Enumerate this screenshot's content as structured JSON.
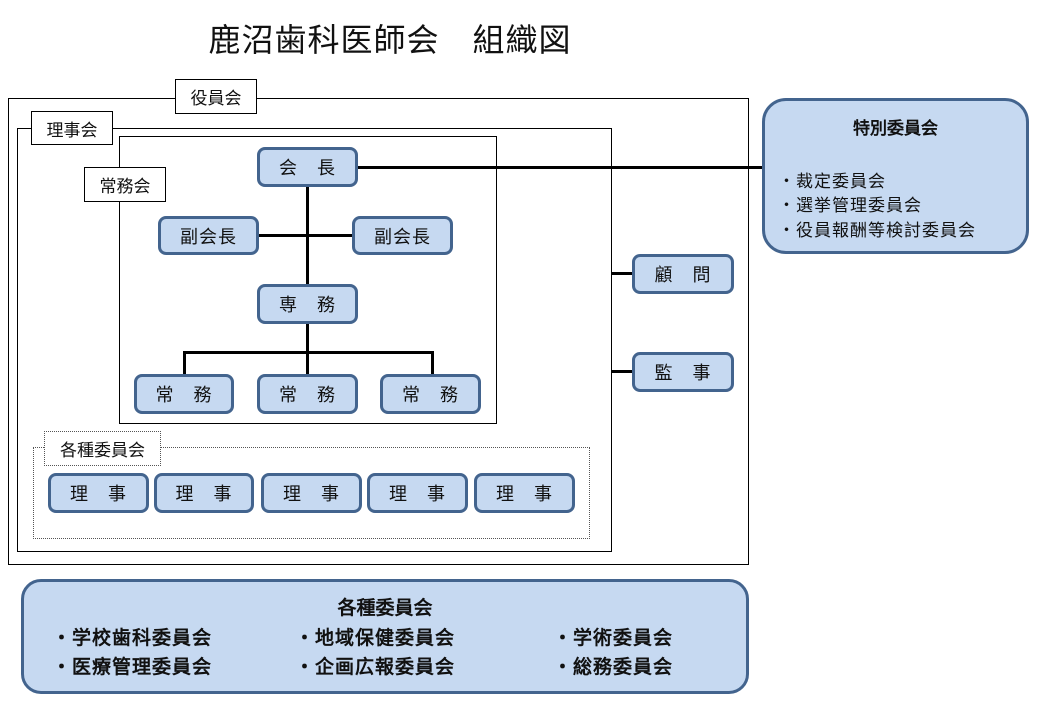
{
  "title": "鹿沼歯科医師会　組織図",
  "groups": {
    "board_of_officers": "役員会",
    "board_of_directors": "理事会",
    "executive_board": "常務会",
    "committees_group": "各種委員会"
  },
  "nodes": {
    "president": "会　長",
    "vice_presidents": [
      "副会長",
      "副会長"
    ],
    "senior_director": "専　務",
    "executive_directors": [
      "常　務",
      "常　務",
      "常　務"
    ],
    "advisor": "顧　問",
    "auditor": "監　事",
    "directors": [
      "理　事",
      "理　事",
      "理　事",
      "理　事",
      "理　事"
    ]
  },
  "special_committees": {
    "title": "特別委員会",
    "items": [
      "・裁定委員会",
      "・選挙管理委員会",
      "・役員報酬等検討委員会"
    ]
  },
  "standing_committees": {
    "title": "各種委員会",
    "items": [
      "・学校歯科委員会",
      "・地域保健委員会",
      "・学術委員会",
      "・医療管理委員会",
      "・企画広報委員会",
      "・総務委員会"
    ]
  },
  "colors": {
    "node_fill": "#c6d9f1",
    "node_border": "#43648e",
    "line": "#000000"
  }
}
